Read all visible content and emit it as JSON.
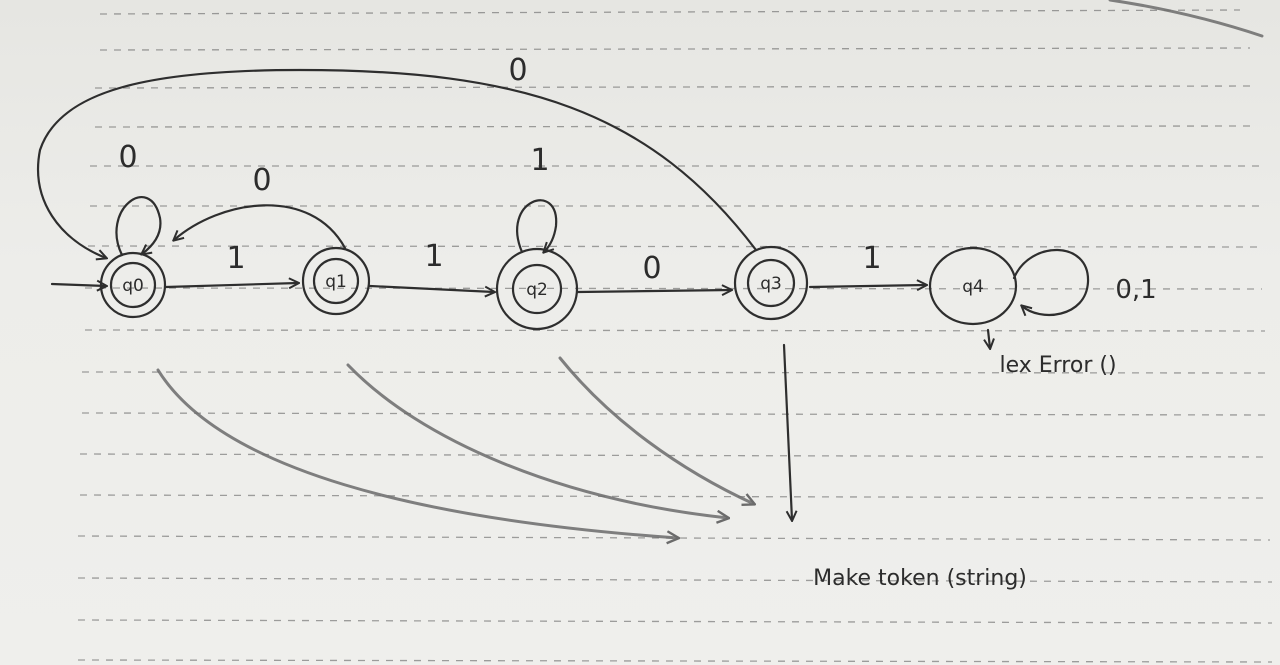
{
  "diagram": {
    "states": [
      {
        "id": "q0",
        "label": "q0",
        "accepting": true,
        "start": true
      },
      {
        "id": "q1",
        "label": "q1",
        "accepting": true,
        "start": false
      },
      {
        "id": "q2",
        "label": "q2",
        "accepting": true,
        "start": false
      },
      {
        "id": "q3",
        "label": "q3",
        "accepting": true,
        "start": false
      },
      {
        "id": "q4",
        "label": "q4",
        "accepting": false,
        "start": false
      }
    ],
    "transitions": [
      {
        "from": "q0",
        "to": "q0",
        "label": "0"
      },
      {
        "from": "q0",
        "to": "q1",
        "label": "1"
      },
      {
        "from": "q1",
        "to": "q0",
        "label": "0"
      },
      {
        "from": "q1",
        "to": "q2",
        "label": "1"
      },
      {
        "from": "q2",
        "to": "q2",
        "label": "1"
      },
      {
        "from": "q2",
        "to": "q3",
        "label": "0"
      },
      {
        "from": "q3",
        "to": "q0",
        "label": "0"
      },
      {
        "from": "q3",
        "to": "q4",
        "label": "1"
      },
      {
        "from": "q4",
        "to": "q4",
        "label": "0,1"
      }
    ],
    "notes": {
      "error": "lex Error ()",
      "token": "Make token (string)"
    }
  }
}
